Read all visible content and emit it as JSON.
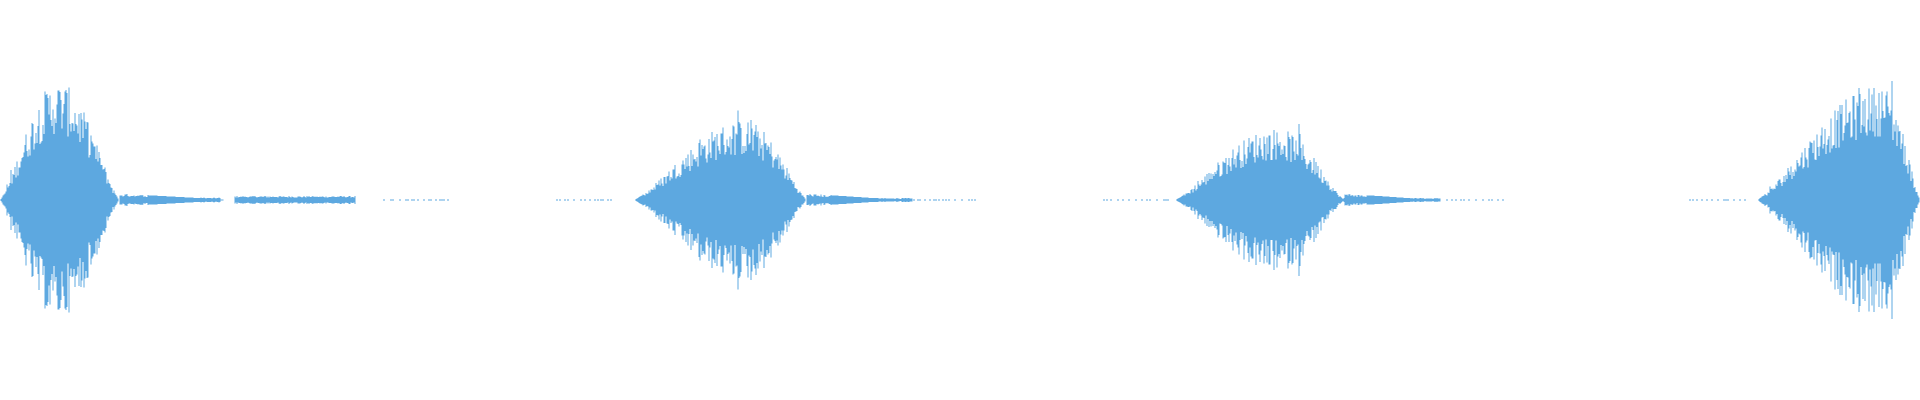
{
  "waveform": {
    "color": "#5DA8E0",
    "background": "#ffffff",
    "amplitude_scale": "linear",
    "bursts": [
      {
        "name": "burst-1",
        "start": 0.0,
        "peak": 0.03,
        "end": 0.062,
        "amplitude": 0.74,
        "decay": 0.06
      },
      {
        "name": "burst-2",
        "start": 0.33,
        "peak": 0.388,
        "end": 0.42,
        "amplitude": 0.5,
        "decay": 0.05
      },
      {
        "name": "burst-3",
        "start": 0.612,
        "peak": 0.665,
        "end": 0.7,
        "amplitude": 0.45,
        "decay": 0.048
      },
      {
        "name": "burst-4",
        "start": 0.915,
        "peak": 0.98,
        "end": 1.0,
        "amplitude": 0.72,
        "decay": 0.0
      }
    ],
    "noise_floor_segments": [
      {
        "start": 0.062,
        "end": 0.115,
        "amplitude": 0.015
      },
      {
        "start": 0.122,
        "end": 0.185,
        "amplitude": 0.025
      },
      {
        "start": 0.42,
        "end": 0.475,
        "amplitude": 0.012
      },
      {
        "start": 0.7,
        "end": 0.75,
        "amplitude": 0.012
      }
    ],
    "sparse_segments": [
      {
        "start": 0.2,
        "end": 0.235
      },
      {
        "start": 0.29,
        "end": 0.318
      },
      {
        "start": 0.475,
        "end": 0.51
      },
      {
        "start": 0.575,
        "end": 0.61
      },
      {
        "start": 0.75,
        "end": 0.785
      },
      {
        "start": 0.88,
        "end": 0.91
      }
    ]
  }
}
